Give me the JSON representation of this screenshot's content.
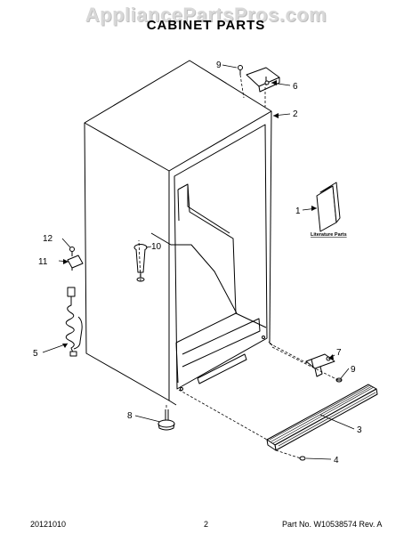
{
  "watermark": "AppliancePartsPros.com",
  "title": "CABINET PARTS",
  "literature_label": "Literature Parts",
  "callouts": {
    "c1": "1",
    "c2": "2",
    "c3": "3",
    "c4": "4",
    "c5": "5",
    "c6": "6",
    "c7": "7",
    "c8": "8",
    "c9a": "9",
    "c9b": "9",
    "c10": "10",
    "c11": "11",
    "c12": "12"
  },
  "footer": {
    "date": "20121010",
    "page": "2",
    "part_no": "Part No. W10538574  Rev. A"
  }
}
